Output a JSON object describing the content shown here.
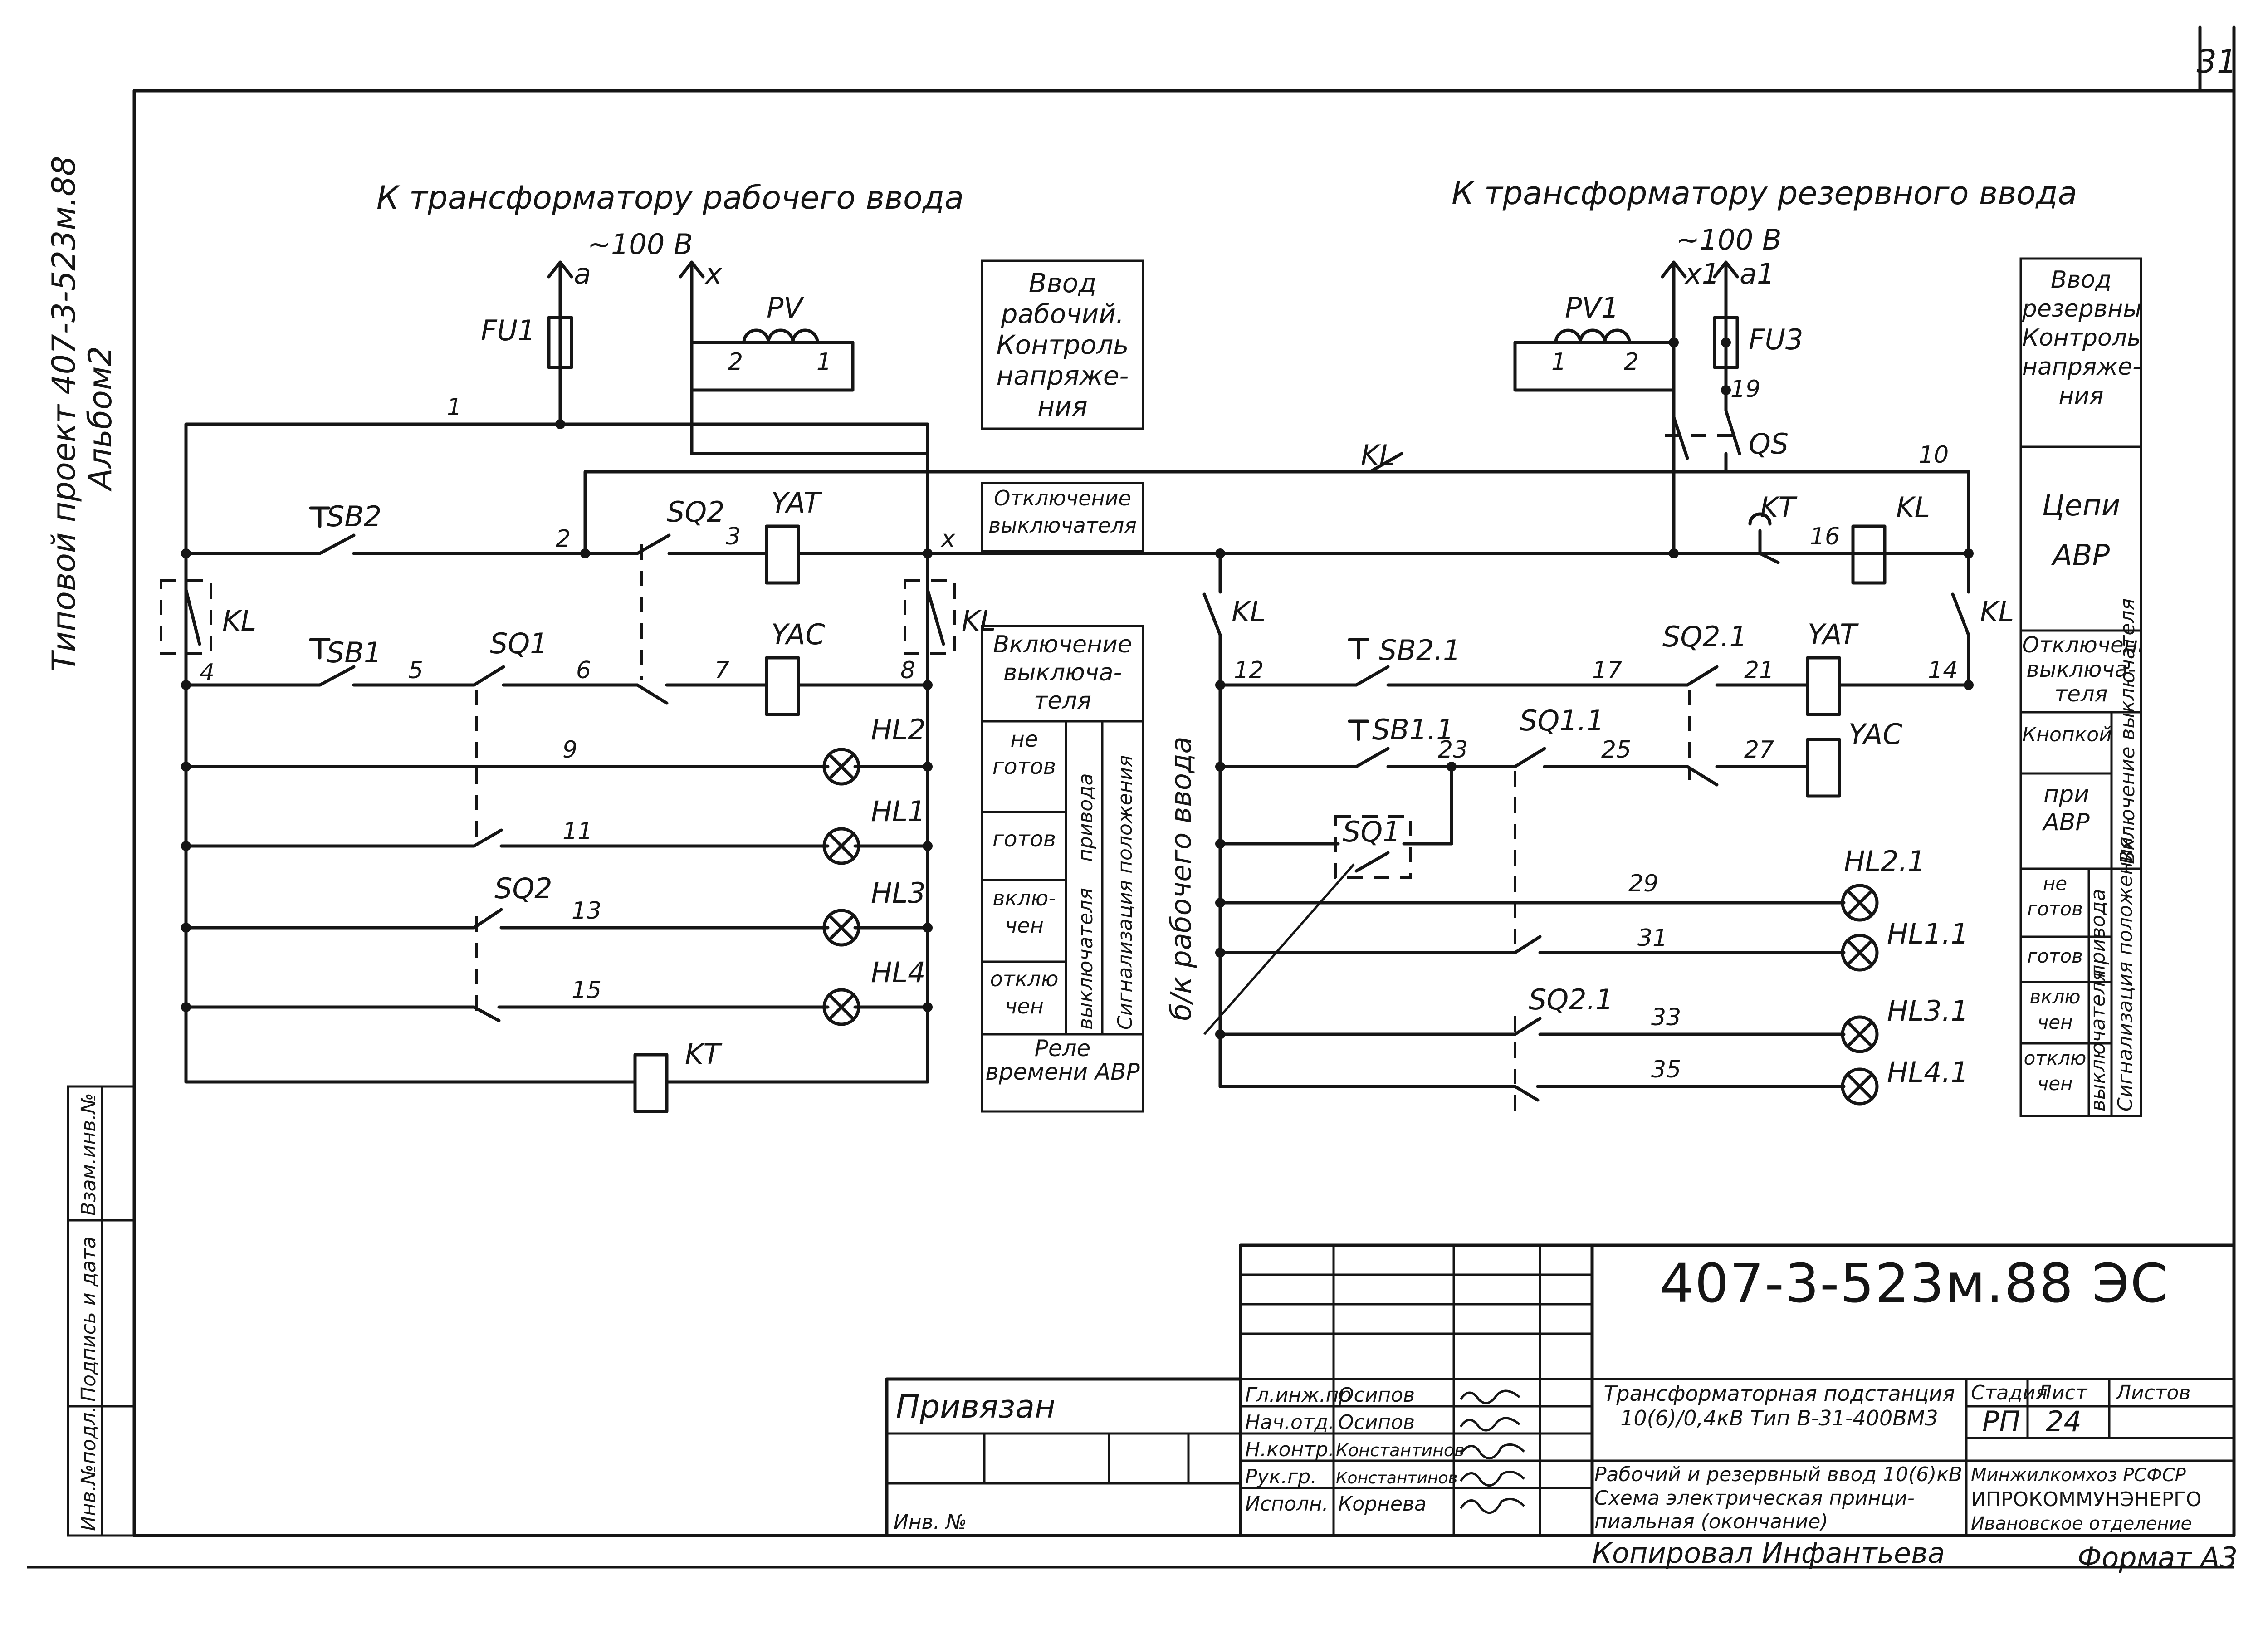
{
  "sheet": {
    "page_number": "31"
  },
  "side_stamp": {
    "line1": "Типовой проект 407-3-523м.88",
    "line2": "Альбом2"
  },
  "side_table": {
    "cells": [
      "Инв.№подл.",
      "Подпись и дата",
      "Взам.инв.№"
    ]
  },
  "headings": {
    "working": "К трансформатору рабочего ввода",
    "working_voltage": "~100 В",
    "reserve": "К трансформатору резервного ввода",
    "reserve_voltage": "~100 В"
  },
  "left_circuit": {
    "terminals": [
      "a",
      "x"
    ],
    "components": [
      "FU1",
      "PV",
      "SB2",
      "SQ2",
      "YAT",
      "KL",
      "SB1",
      "SQ1",
      "YAC",
      "HL2",
      "HL1",
      "SQ2",
      "HL3",
      "HL4",
      "KT",
      "KL"
    ],
    "coil_pins": [
      "2",
      "1"
    ],
    "wires": [
      "1",
      "2",
      "3",
      "x",
      "4",
      "5",
      "6",
      "7",
      "8",
      "9",
      "11",
      "13",
      "15"
    ]
  },
  "right_circuit": {
    "terminals": [
      "x1",
      "a1"
    ],
    "components": [
      "PV1",
      "FU3",
      "QS",
      "KL",
      "KT",
      "KL",
      "KL",
      "KL",
      "SB2.1",
      "SQ2.1",
      "YAT",
      "SB1.1",
      "SQ1.1",
      "YAC",
      "SQ1",
      "HL2.1",
      "HL1.1",
      "SQ2.1",
      "HL3.1",
      "HL4.1"
    ],
    "coil_pins": [
      "1",
      "2"
    ],
    "wires": [
      "19",
      "10",
      "16",
      "12",
      "17",
      "21",
      "14",
      "23",
      "25",
      "27",
      "29",
      "31",
      "33",
      "35"
    ],
    "aux_label": "б/к рабочего ввода"
  },
  "mid_legend": {
    "title": "Ввод рабочий. Контроль напряже- ния",
    "off_label": "Отключение выключателя",
    "on_label": "Включение выключа- теля",
    "rows": [
      "не готов",
      "готов",
      "вклю- чен",
      "отклю чен"
    ],
    "group_drive": "привода",
    "group_breaker": "выключателя",
    "signal": "Сигнализация положения",
    "relay": "Реле времени АВР"
  },
  "right_legend": {
    "title": "Ввод резервный Контроль напряже- ния",
    "avr": "Цепи АВР",
    "off_label": "Отключение выключа- теля",
    "button": "Кнопкой",
    "at_avr": "при АВР",
    "switch_on": "Включение выключателя",
    "rows": [
      "не готов",
      "готов",
      "вклю чен",
      "отклю чен"
    ],
    "group_drive": "привода",
    "group_breaker": "выключателя",
    "signal": "Сигнализация положения"
  },
  "title_block": {
    "code": "407-3-523м.88 ЭС",
    "bound": "Привязан",
    "inv": "Инв. №",
    "roles": [
      "Гл.инж.пр",
      "Нач.отд.",
      "Н.контр.",
      "Рук.гр.",
      "Исполн."
    ],
    "names": [
      "Осипов",
      "Осипов",
      "Константинов",
      "Константинов",
      "Корнева"
    ],
    "project_title": "Трансформаторная подстанция 10(6)/0,4кВ Тип В-31-400ВМ3",
    "sheet_title": "Рабочий и резервный ввод 10(6)кВ Схема электрическая принци- пиальная (окончание)",
    "stage_header": "Стадия",
    "sheet_header": "Лист",
    "sheets_header": "Листов",
    "stage": "РП",
    "sheet_no": "24",
    "org": [
      "Минжилкомхоз РСФСР",
      "ИПРОКОММУНЭНЕРГО",
      "Ивановское отделение"
    ],
    "copied": "Копировал Инфантьева",
    "format": "Формат А3"
  }
}
